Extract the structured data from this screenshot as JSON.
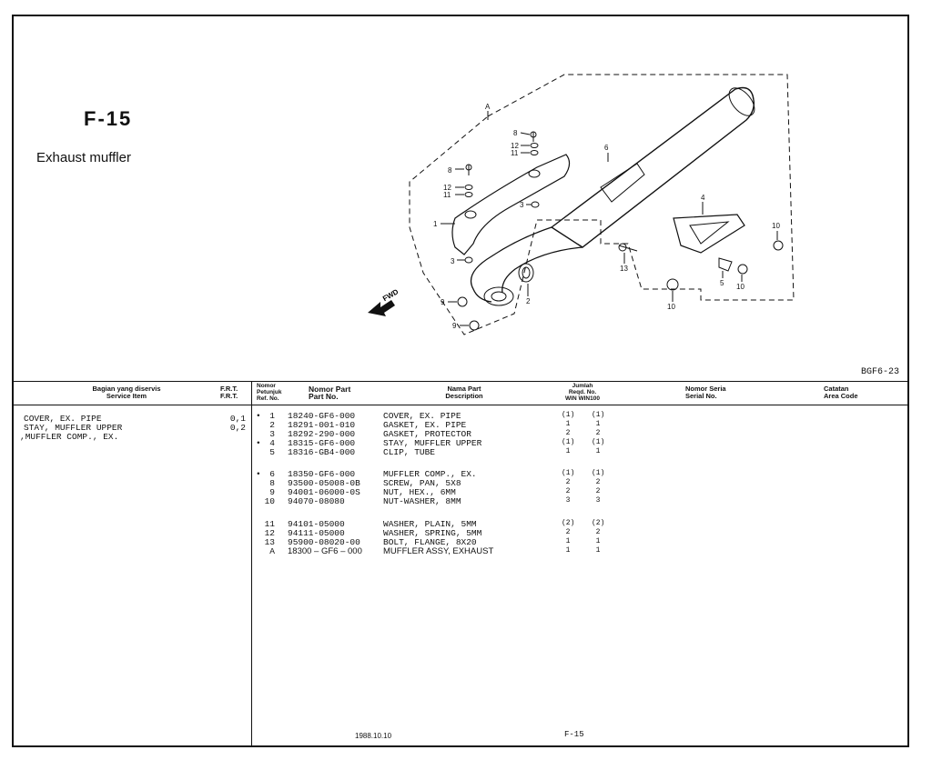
{
  "page": {
    "code": "F-15",
    "title": "Exhaust muffler",
    "figure_code": "BGF6-23",
    "footer_date": "1988.10.10",
    "footer_code": "F-15"
  },
  "diagram": {
    "labels": [
      "A",
      "8",
      "12",
      "11",
      "8",
      "12",
      "11",
      "6",
      "3",
      "1",
      "3",
      "2",
      "4",
      "10",
      "13",
      "5",
      "10",
      "10",
      "9",
      "9"
    ],
    "fwd": "FWD"
  },
  "headers": {
    "service_id": "Bagian yang diservis",
    "service_en": "Service Item",
    "frt_id": "F.R.T.",
    "frt_en": "F.R.T.",
    "ref_1": "Nomor",
    "ref_2": "Petunjuk",
    "ref_3": "Ref. No.",
    "part_id": "Nomor Part",
    "part_en": "Part No.",
    "name_id": "Nama Part",
    "name_en": "Description",
    "qty_1": "Jumlah",
    "qty_2": "Reqd. No.",
    "qty_3": "WIN  WIN100",
    "serial_id": "Nomor Seria",
    "serial_en": "Serial No.",
    "area_id": "Catatan",
    "area_en": "Area Code"
  },
  "service_items": [
    {
      "name": "COVER, EX. PIPE",
      "frt": "0,1"
    },
    {
      "name": "STAY, MUFFLER UPPER",
      "frt": "0,2"
    },
    {
      "name": ",MUFFLER COMP., EX.",
      "frt": ""
    }
  ],
  "parts": [
    {
      "mark": "•",
      "ref": "1",
      "part": "18240-GF6-000",
      "desc": "COVER, EX. PIPE",
      "q1": "(1)",
      "q2": "(1)"
    },
    {
      "mark": "",
      "ref": "2",
      "part": "18291-001-010",
      "desc": "GASKET, EX. PIPE",
      "q1": "1",
      "q2": "1"
    },
    {
      "mark": "",
      "ref": "3",
      "part": "18292-290-000",
      "desc": "GASKET, PROTECTOR",
      "q1": "2",
      "q2": "2"
    },
    {
      "mark": "•",
      "ref": "4",
      "part": "18315-GF6-000",
      "desc": "STAY, MUFFLER UPPER",
      "q1": "(1)",
      "q2": "(1)"
    },
    {
      "mark": "",
      "ref": "5",
      "part": "18316-GB4-000",
      "desc": "CLIP, TUBE",
      "q1": "1",
      "q2": "1"
    },
    {
      "mark": "•",
      "ref": "6",
      "part": "18350-GF6-000",
      "desc": "MUFFLER COMP., EX.",
      "q1": "(1)",
      "q2": "(1)"
    },
    {
      "mark": "",
      "ref": "8",
      "part": "93500-05008-0B",
      "desc": "SCREW, PAN, 5X8",
      "q1": "2",
      "q2": "2"
    },
    {
      "mark": "",
      "ref": "9",
      "part": "94001-06000-0S",
      "desc": "NUT, HEX., 6MM",
      "q1": "2",
      "q2": "2"
    },
    {
      "mark": "",
      "ref": "10",
      "part": "94070-08080",
      "desc": "NUT-WASHER, 8MM",
      "q1": "3",
      "q2": "3"
    },
    {
      "mark": "",
      "ref": "11",
      "part": "94101-05000",
      "desc": "WASHER, PLAIN, 5MM",
      "q1": "(2)",
      "q2": "(2)"
    },
    {
      "mark": "",
      "ref": "12",
      "part": "94111-05000",
      "desc": "WASHER, SPRING, 5MM",
      "q1": "2",
      "q2": "2"
    },
    {
      "mark": "",
      "ref": "13",
      "part": "95900-08020-00",
      "desc": "BOLT, FLANGE, 8X20",
      "q1": "1",
      "q2": "1"
    },
    {
      "mark": "",
      "ref": "A",
      "part": "18300 – GF6 – 000",
      "desc": "MUFFLER ASSY, EXHAUST",
      "q1": "1",
      "q2": "1"
    }
  ]
}
